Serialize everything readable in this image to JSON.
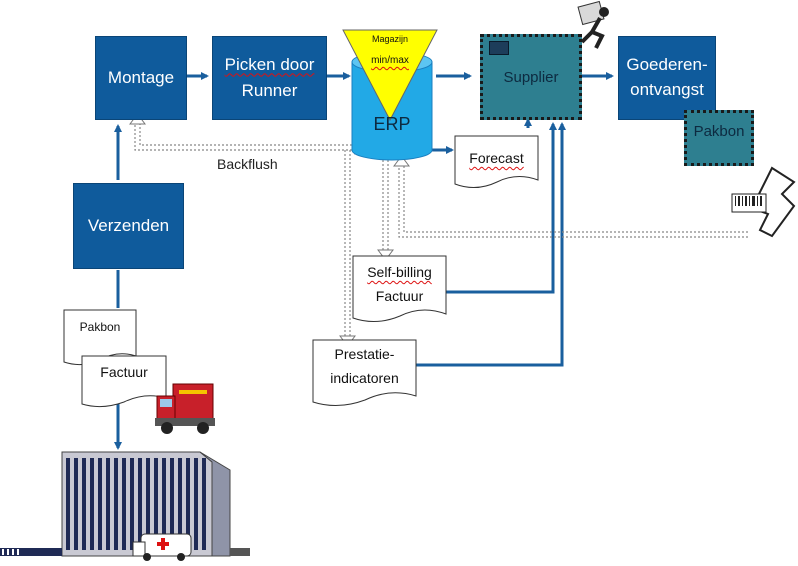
{
  "nodes": {
    "montage": "Montage",
    "picken_line1": "Picken door",
    "picken_line2": "Runner",
    "erp_tri_line1": "Magazijn",
    "erp_tri_line2": "min/max",
    "erp": "ERP",
    "supplier": "Supplier",
    "goederen_line1": "Goederen-",
    "goederen_line2": "ontvangst",
    "pakbon_teal": "Pakbon",
    "verzenden": "Verzenden"
  },
  "documents": {
    "forecast": "Forecast",
    "selfbilling_line1": "Self-billing",
    "selfbilling_line2": "Factuur",
    "prestatie_line1": "Prestatie-",
    "prestatie_line2": "indicatoren",
    "pakbon": "Pakbon",
    "factuur": "Factuur"
  },
  "labels": {
    "backflush": "Backflush"
  },
  "icons": [
    "truck-icon",
    "hospital-building-icon",
    "ambulance-icon",
    "delivery-person-icon",
    "barcode-scanner-icon",
    "computer-icon"
  ],
  "colors": {
    "process_blue": "#0f5b9c",
    "arrow_blue": "#1a5f9e",
    "supplier_teal": "#2e7f90",
    "erp_cylinder": "#22a9e6",
    "triangle_yellow": "#ffff00"
  }
}
